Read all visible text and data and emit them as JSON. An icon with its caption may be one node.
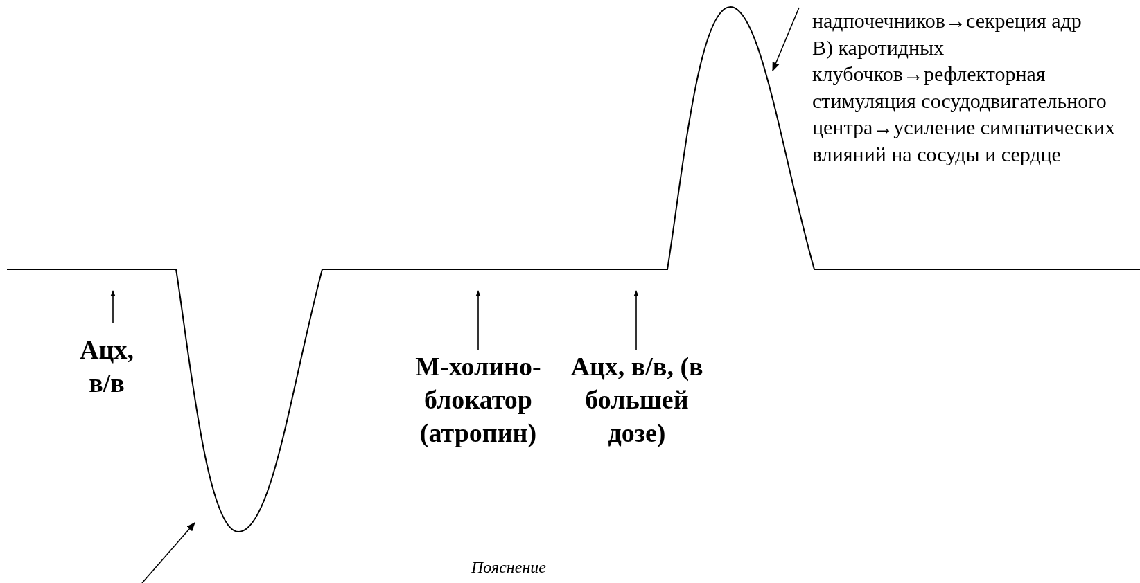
{
  "diagram": {
    "nodes": [
      {
        "text": [
          "Ацх, в/в"
        ]
      },
      {
        "text": [
          "М-холино- блокатор (атропин)"
        ]
      },
      {
        "text": [
          "Ацх, в/в, (в большей дозе)"
        ]
      },
      {
        "text": [
          "надпочечников→секреция адр",
          "В) каротидных клубочков→рефлекторная стимуляция сосудодвигательного центра→усиление симпатических влияний на сосуды и сердце"
        ]
      }
    ],
    "edges": [
      {
        "from": 0,
        "to": null,
        "arrow": "to"
      },
      {
        "from": 1,
        "to": null,
        "arrow": "to"
      },
      {
        "from": 2,
        "to": null,
        "arrow": "to"
      },
      {
        "from": 3,
        "to": null,
        "arrow": "to"
      }
    ],
    "labels": [
      "Пояснение"
    ]
  }
}
